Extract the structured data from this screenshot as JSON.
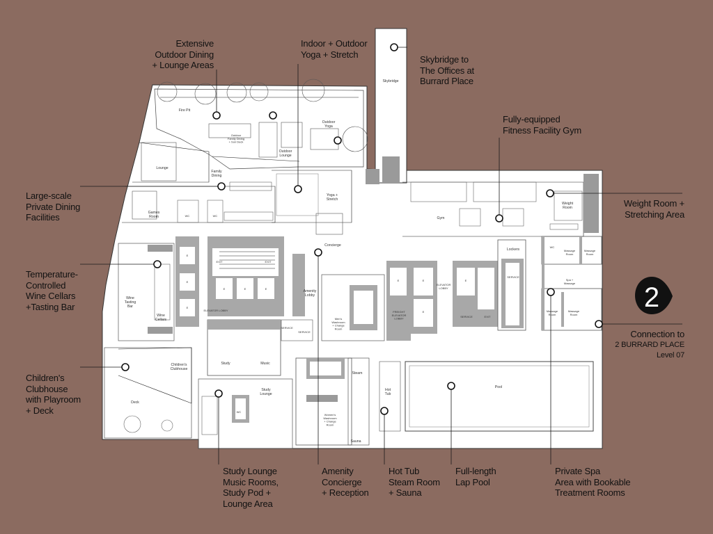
{
  "callouts": {
    "outdoor_dining": "Extensive\nOutdoor Dining\n+ Lounge Areas",
    "yoga": "Indoor + Outdoor\nYoga + Stretch",
    "skybridge": "Skybridge to\nThe Offices at\nBurrard Place",
    "gym": "Fully-equipped\nFitness Facility Gym",
    "private_dining": "Large-scale\nPrivate Dining\nFacilities",
    "weight_room": "Weight Room +\nStretching Area",
    "wine_cellars": "Temperature-\nControlled\nWine Cellars\n+Tasting Bar",
    "connection_title": "Connection to",
    "connection_sub": "2 BURRARD PLACE\nLevel 07",
    "childrens": "Children's\nClubhouse\nwith Playroom\n+ Deck",
    "study": "Study Lounge\nMusic Rooms,\nStudy Pod +\nLounge Area",
    "concierge": "Amenity\nConcierge\n+ Reception",
    "hot_tub": "Hot Tub\nSteam Room\n+ Sauna",
    "pool": "Full-length\nLap Pool",
    "spa": "Private Spa\nArea with Bookable\nTreatment Rooms"
  },
  "logo_glyph": "2",
  "rooms": {
    "skybridge": "Skybridge",
    "fire_pit": "Fire Pit",
    "outdoor_family_dining": "Outdoor\nFamily Dining\n+ Sun Deck",
    "outdoor_lounge": "Outdoor\nLounge",
    "outdoor_yoga": "Outdoor\nYoga",
    "lounge": "Lounge",
    "family_dining": "Family\nDining",
    "yoga_stretch": "Yoga +\nStretch",
    "games_room": "Games\nRoom",
    "wc": "WC",
    "gym": "Gym",
    "weight_room": "Weight\nRoom",
    "concierge": "Concierge",
    "lockers": "Lockers",
    "massage_room": "Massage\nRoom",
    "spa_massage": "Spa +\nMassage",
    "exit": "EXIT",
    "elevator": "E",
    "amenity_lobby": "Amenity\nLobby",
    "mens_washroom": "Men's\nWashroom\n+ Change\nRoom",
    "freight_elevator_lobby": "FREIGHT\nELEVATOR\nLOBBY",
    "elevator_lobby": "ELEVATOR LOBBY",
    "elevator_lobby_right": "ELEVATOR\nLOBBY",
    "service": "SERVICE",
    "wine_tasting_bar": "Wine\nTasting\nBar",
    "wine_cellars": "Wine\nCellars",
    "childrens_clubhouse": "Children's\nClubhouse",
    "deck": "Deck",
    "study": "Study",
    "music": "Music",
    "study_lounge": "Study\nLounge",
    "womens_washroom": "Women's\nWashroom\n+ Change\nRoom",
    "steam": "Steam",
    "sauna": "Sauna",
    "hot_tub": "Hot\nTub",
    "pool": "Pool"
  },
  "colors": {
    "background": "#8b6b60",
    "floor": "#ffffff",
    "wall": "#a8a8a8",
    "ink": "#111111"
  }
}
